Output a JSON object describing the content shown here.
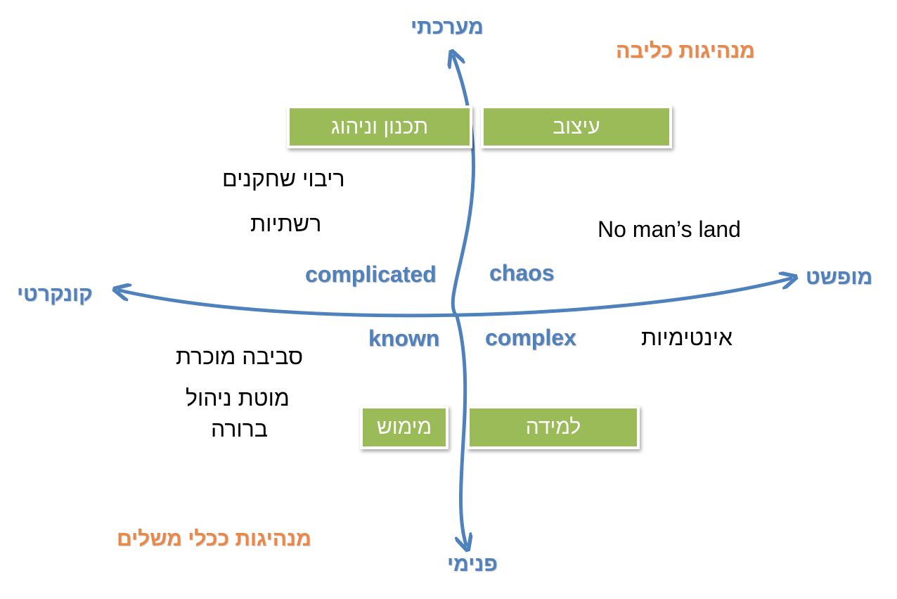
{
  "axes": {
    "top": "מערכתי",
    "bottom": "פנימי",
    "left": "קונקרטי",
    "right": "מופשט"
  },
  "corners": {
    "top_right": "מנהיגות כליבה",
    "bottom_left": "מנהיגות ככלי משלים"
  },
  "domains": {
    "complicated": "complicated",
    "chaos": "chaos",
    "known": "known",
    "complex": "complex"
  },
  "boxes": {
    "planning": "תכנון וניהוג",
    "design": "עיצוב",
    "implementation": "מימוש",
    "learning": "למידה"
  },
  "notes": {
    "many_players": "ריבוי שחקנים",
    "networks": "רשתיות",
    "no_mans_land": "No man’s land",
    "intimacies": "אינטימיות",
    "familiar_env": "סביבה מוכרת",
    "clear_mgmt_line1": "מוטת ניהול",
    "clear_mgmt_line2": "ברורה"
  },
  "colors": {
    "axis": "#4F81BD",
    "accent_orange": "#E8894A",
    "box_green": "#9BBB59"
  }
}
